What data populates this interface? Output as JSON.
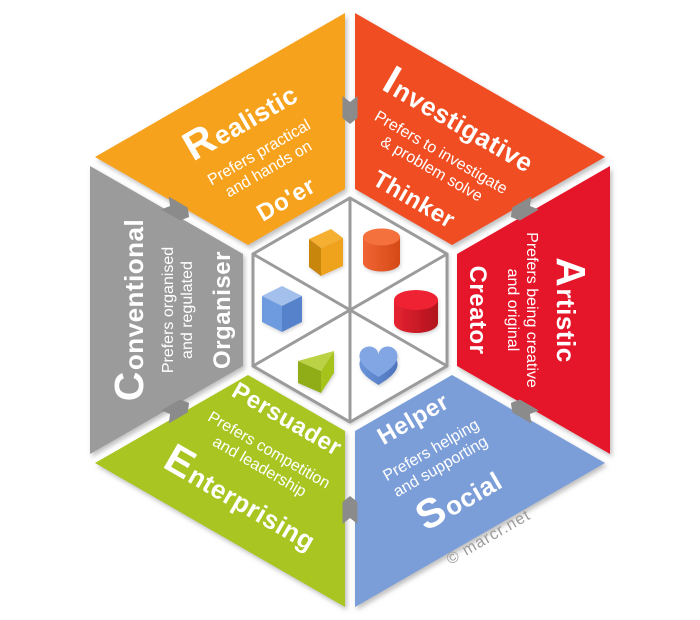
{
  "watermark": "© marcr.net",
  "colors": {
    "background": "#FFFFFF",
    "hexagon_outline": "#9B9B9B",
    "connector_peg": "#8B8B8B",
    "segment_text": "#FFFFFF",
    "watermark_text": "#9C9C9C"
  },
  "segments": [
    {
      "id": "realistic",
      "initial": "R",
      "title_rest": "ealistic",
      "description_line1": "Prefers practical",
      "description_line2": "and hands on",
      "nickname": "Do'er",
      "color": "#F7A21C"
    },
    {
      "id": "investigative",
      "initial": "I",
      "title_rest": "nvestigative",
      "description_line1": "Prefers to investigate",
      "description_line2": "& problem solve",
      "nickname": "Thinker",
      "color": "#F04E23"
    },
    {
      "id": "artistic",
      "initial": "A",
      "title_rest": "rtistic",
      "description_line1": "Prefers being creative",
      "description_line2": "and original",
      "nickname": "Creator",
      "color": "#E6192B"
    },
    {
      "id": "social",
      "initial": "S",
      "title_rest": "ocial",
      "description_line1": "Prefers helping",
      "description_line2": "and supporting",
      "nickname": "Helper",
      "color": "#7C9ED8"
    },
    {
      "id": "enterprising",
      "initial": "E",
      "title_rest": "nterprising",
      "description_line1": "Prefers competition",
      "description_line2": "and leadership",
      "nickname": "Persuader",
      "color": "#A8C522"
    },
    {
      "id": "conventional",
      "initial": "C",
      "title_rest": "onventional",
      "description_line1": "Prefers organised",
      "description_line2": "and regulated",
      "nickname": "Organiser",
      "color": "#9B9B9B"
    }
  ],
  "center_shapes": [
    {
      "name": "orange-box",
      "color": "#EFA31C"
    },
    {
      "name": "orange-cylinder",
      "color": "#F4713C"
    },
    {
      "name": "blue-cube",
      "color": "#6E9ADF"
    },
    {
      "name": "red-cylinder",
      "color": "#EE2130"
    },
    {
      "name": "green-prism",
      "color": "#A6C31F"
    },
    {
      "name": "blue-heart",
      "color": "#82A6E4"
    }
  ]
}
